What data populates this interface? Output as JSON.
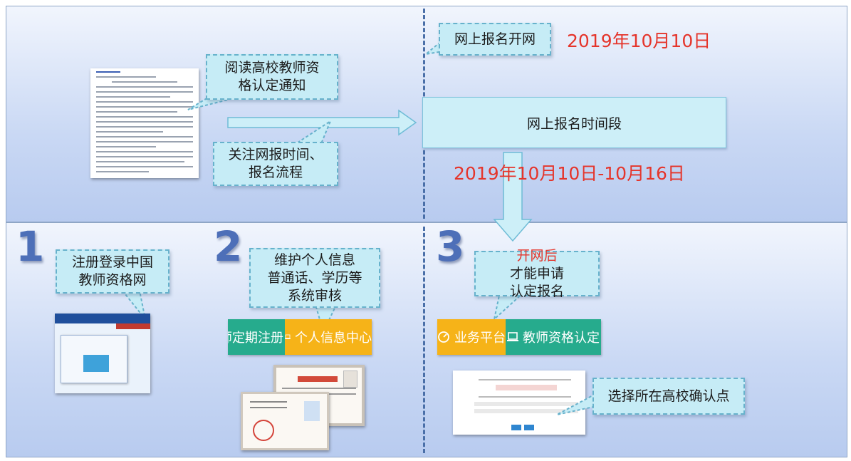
{
  "top": {
    "read_notice": [
      "阅读高校教师资",
      "格认定通知"
    ],
    "focus_flow": [
      "关注网报时间、",
      "报名流程"
    ],
    "open_label": "网上报名开网",
    "open_date": "2019年10月10日",
    "period_label": "网上报名时间段",
    "period_date": "2019年10月10日-10月16日"
  },
  "steps": [
    {
      "number": "1",
      "bubble": [
        "注册登录中国",
        "教师资格网"
      ]
    },
    {
      "number": "2",
      "bubble": [
        "维护个人信息",
        "普通话、学历等",
        "系统审核"
      ],
      "tabs": [
        {
          "label": "师定期注册"
        },
        {
          "label": "个人信息中心",
          "icon": "laptop-icon"
        }
      ]
    },
    {
      "number": "3",
      "bubble_red": "开网后",
      "bubble_rest": "才能申请",
      "bubble_line2": "认定报名",
      "tabs": [
        {
          "label": "业务平台",
          "icon": "gauge-icon"
        },
        {
          "label": "教师资格认定",
          "icon": "laptop-icon"
        }
      ],
      "confirm_label": "选择所在高校确认点"
    }
  ],
  "colors": {
    "red": "#e5352b",
    "green": "#26ab8d",
    "yellow": "#f6b318",
    "bubble": "#c6ecf6"
  }
}
